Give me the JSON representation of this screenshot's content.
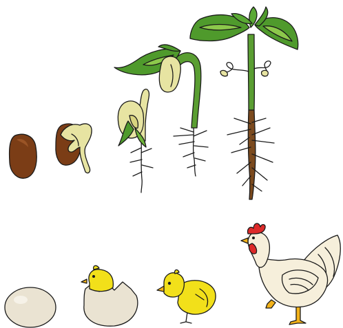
{
  "rows": [
    {
      "name": "bean-germination-sequence",
      "stages": [
        "seed",
        "sprouting-seed",
        "young-seedling",
        "seedling-with-leaves",
        "mature-bean-plant"
      ]
    },
    {
      "name": "chicken-life-cycle-sequence",
      "stages": [
        "egg",
        "hatching-chick",
        "chick",
        "hen"
      ]
    }
  ],
  "colors": {
    "seed_brown": "#7b3d16",
    "sprout_cream": "#e7e4a2",
    "leaf_green": "#4f9a2c",
    "leaf_light": "#8cc84b",
    "stem_green": "#5a9e32",
    "root_brown": "#7b4a1e",
    "egg_shell": "#eae3d2",
    "chick_yellow": "#f2e01a",
    "hen_white": "#f6efdb",
    "comb_red": "#dd2a2a",
    "beak_leg_orange": "#f2b21a"
  }
}
